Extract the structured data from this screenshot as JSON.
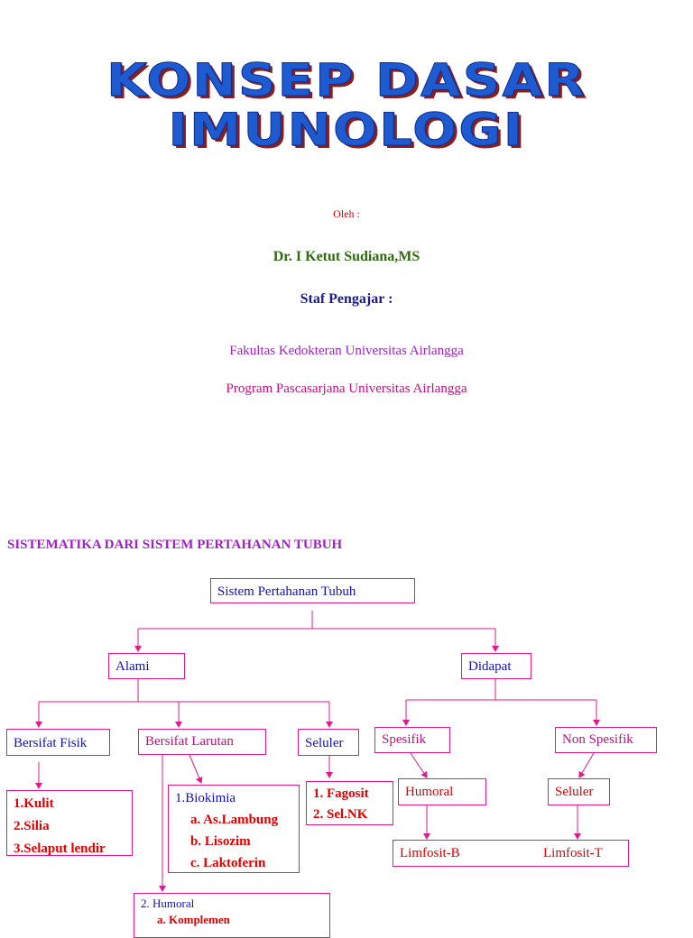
{
  "title": {
    "line1": "KONSEP DASAR",
    "line2": "IMUNOLOGI"
  },
  "author": {
    "by_label": "Oleh :",
    "name": "Dr. I Ketut Sudiana,MS",
    "staff_label": "Staf Pengajar :",
    "affiliation1": "Fakultas Kedokteran Universitas Airlangga",
    "affiliation2": "Program Pascasarjana Universitas Airlangga"
  },
  "section_heading": "SISTEMATIKA DARI SISTEM PERTAHANAN TUBUH",
  "diagram": {
    "root": "Sistem Pertahanan Tubuh",
    "alami": "Alami",
    "didapat": "Didapat",
    "bersifat_fisik": "Bersifat Fisik",
    "bersifat_larutan": "Bersifat Larutan",
    "seluler_alami": "Seluler",
    "spesifik": "Spesifik",
    "non_spesifik": "Non Spesifik",
    "fisik_items": [
      "1.Kulit",
      "2.Silia",
      "3.Selaput lendir"
    ],
    "biokimia": {
      "title": "1.Biokimia",
      "items": [
        "a. As.Lambung",
        "b. Lisozim",
        "c.  Laktoferin"
      ]
    },
    "seluler_items": [
      "1. Fagosit",
      "2. Sel.NK"
    ],
    "humoral_spesifik": "Humoral",
    "seluler_spesifik": "Seluler",
    "limfosit_b": "Limfosit-B",
    "limfosit_t": "Limfosit-T",
    "humoral_larutan": {
      "title": "2. Humoral",
      "first_item": "a. Komplemen"
    }
  },
  "colors": {
    "title_fill": "#1e5bd0",
    "box_border": "#e0198c",
    "red_text": "#e00000",
    "blue_text": "#1010c0",
    "green_text": "#2e6b10",
    "navy_text": "#1a1a8c",
    "purple_text": "#a020c8",
    "pink_text": "#c0107e"
  }
}
